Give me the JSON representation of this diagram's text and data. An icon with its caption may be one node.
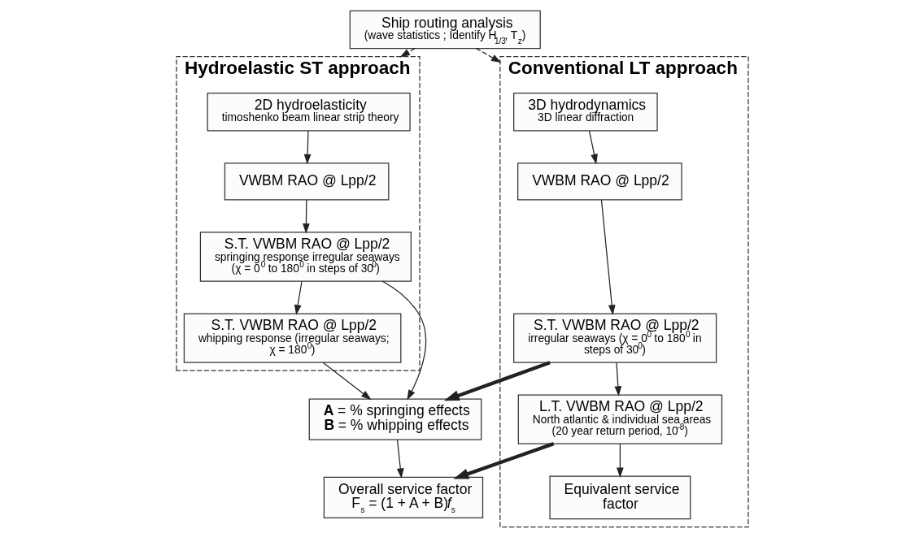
{
  "diagram": {
    "nodes": [
      {
        "text": [
          "Hydroelastic ST approach"
        ]
      },
      {
        "text": [
          "2D hydroelasticity",
          "timoshenko beam linear strip theory"
        ],
        "in": 0
      },
      {
        "text": [
          "VWBM RAO @ Lpp/2"
        ],
        "in": 0
      },
      {
        "text": [
          "S.T. VWBM RAO @ Lpp/2",
          "springing response irregular seaways (χ = 0$^{0}$ to 180$^{0}$ in steps of 30$^{0}$)"
        ],
        "in": 0
      },
      {
        "text": [
          "S.T. VWBM RAO @ Lpp/2",
          "whipping response (irregular seaways; χ = 180$^{0}$)"
        ],
        "in": 0
      },
      {
        "text": [
          "Ship routing analysis",
          "(wave statistics ; Identify H$_{1/3}$, T$_{z}$)"
        ]
      },
      {
        "text": [
          "Conventional LT approach"
        ]
      },
      {
        "text": [
          "3D hydrodynamics",
          "3D linear diffraction"
        ],
        "in": 6
      },
      {
        "text": [
          "VWBM RAO @ Lpp/2"
        ],
        "in": 6
      },
      {
        "text": [
          "S.T. VWBM RAO @ Lpp/2",
          "irregular seaways (χ = 0$^{0}$ to 180$^{0}$ in steps of 30$^{0}$)"
        ],
        "in": 6
      },
      {
        "text": [
          "L.T. VWBM RAO @ Lpp/2",
          "North atlantic & individual sea areas (20 year return period, 10$^{-8}$)"
        ],
        "in": 6
      },
      {
        "text": [
          "**A** = % springing effects **B** = % whipping effects"
        ]
      },
      {
        "text": [
          "Overall service factor F$_{s}$ = (1 + A + B)*f*$_{s}$"
        ]
      },
      {
        "text": [
          "Equivalent service factor"
        ],
        "in": 6
      }
    ],
    "edges": [
      {
        "from": 1,
        "to": 2,
        "arrow": "to"
      },
      {
        "from": 2,
        "to": 3,
        "arrow": "to"
      },
      {
        "from": 3,
        "to": 4,
        "arrow": "to"
      },
      {
        "from": 3,
        "to": 11,
        "arrow": "to"
      },
      {
        "from": 4,
        "to": 11,
        "arrow": "to"
      },
      {
        "from": 5,
        "to": 0,
        "arrow": "to",
        "style": "dashed"
      },
      {
        "from": 5,
        "to": 6,
        "arrow": "to",
        "style": "dashed"
      },
      {
        "from": 7,
        "to": 8,
        "arrow": "to"
      },
      {
        "from": 8,
        "to": 9,
        "arrow": "to"
      },
      {
        "from": 9,
        "to": 10,
        "arrow": "to"
      },
      {
        "from": 9,
        "to": 11,
        "arrow": "to",
        "style": "thick"
      },
      {
        "from": 10,
        "to": 12,
        "arrow": "to",
        "style": "thick"
      },
      {
        "from": 11,
        "to": 12,
        "arrow": "to"
      },
      {
        "from": 10,
        "to": 13,
        "arrow": "to"
      }
    ]
  }
}
